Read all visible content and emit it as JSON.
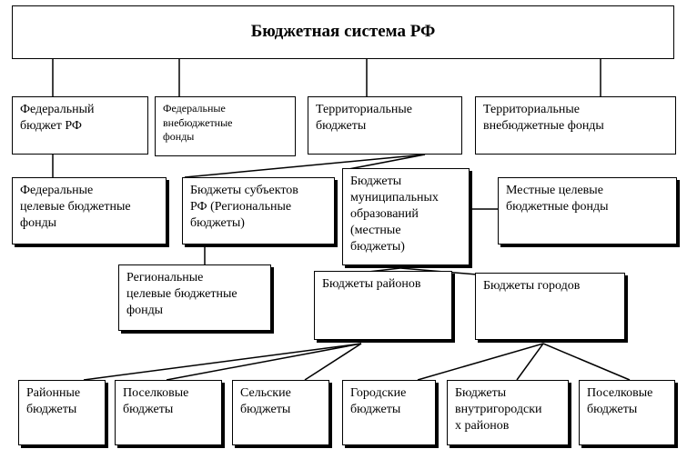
{
  "diagram": {
    "root": "Бюджетная система РФ",
    "nodes": {
      "federal": "Федеральный\nбюджет РФ",
      "offbudget": "Федеральные\nвнебюджетные\nфонды",
      "territorial": "Территориальные\nбюджеты",
      "territorial_funds": "Территориальные\nвнебюджетные фонды",
      "federal_target": "Федеральные\nцелевые бюджетные\nфонды",
      "subjects": "Бюджеты субъектов\nРФ (Региональные\nбюджеты)",
      "municipal": "Бюджеты\nмуниципальных\nобразований\n(местные\nбюджеты)",
      "local_target": "Местные целевые\nбюджетные фонды",
      "regional_target": "Региональные\nцелевые бюджетные\nфонды",
      "districts": "Бюджеты районов",
      "cities": "Бюджеты городов",
      "district_budgets": "Районные\nбюджеты",
      "settlement_budgets_1": "Поселковые\nбюджеты",
      "rural": "Сельские\nбюджеты",
      "urban": "Городские\nбюджеты",
      "intracity": "Бюджеты\nвнутригородски\nх районов",
      "settlement_budgets_2": "Поселковые\nбюджеты"
    }
  }
}
